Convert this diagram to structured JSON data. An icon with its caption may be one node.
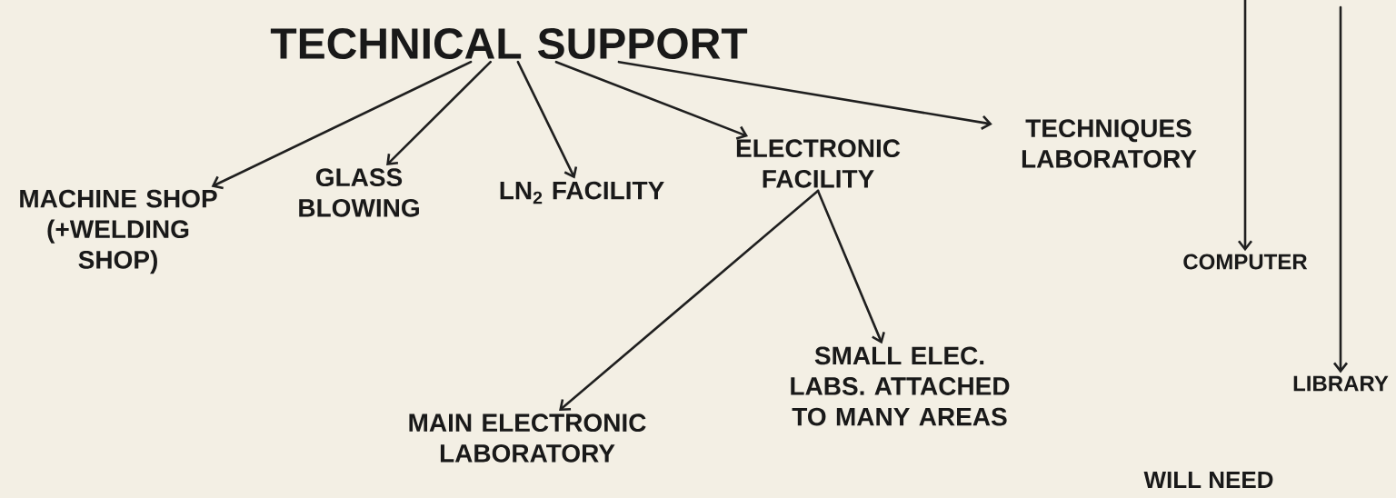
{
  "diagram": {
    "nodes": [
      {
        "text": [
          "TECHNICAL SUPPORT"
        ]
      },
      {
        "text": [
          "MACHINE SHOP (+WELDING SHOP)"
        ]
      },
      {
        "text": [
          "GLASS BLOWING"
        ]
      },
      {
        "text": [
          "LN$_{2}$ FACILITY"
        ]
      },
      {
        "text": [
          "ELECTRONIC FACILITY"
        ]
      },
      {
        "text": [
          "TECHNIQUES LABORATORY"
        ]
      },
      {
        "text": [
          "COMPUTER"
        ]
      },
      {
        "text": [
          "LIBRARY"
        ]
      },
      {
        "text": [
          "MAIN ELECTRONIC LABORATORY"
        ]
      },
      {
        "text": [
          "SMALL ELEC. LABS. ATTACHED TO MANY AREAS"
        ]
      }
    ],
    "edges": [
      {
        "from": 0,
        "to": 1,
        "arrow": "to"
      },
      {
        "from": 0,
        "to": 2,
        "arrow": "to"
      },
      {
        "from": 0,
        "to": 3,
        "arrow": "to"
      },
      {
        "from": 0,
        "to": 4,
        "arrow": "to"
      },
      {
        "from": 0,
        "to": 5,
        "arrow": "to"
      },
      {
        "from": null,
        "to": 6,
        "arrow": "to"
      },
      {
        "from": null,
        "to": 7,
        "arrow": "to"
      },
      {
        "from": 4,
        "to": 8,
        "arrow": "to"
      },
      {
        "from": 4,
        "to": 9,
        "arrow": "to"
      }
    ],
    "labels": [
      "WILL NEED"
    ]
  }
}
